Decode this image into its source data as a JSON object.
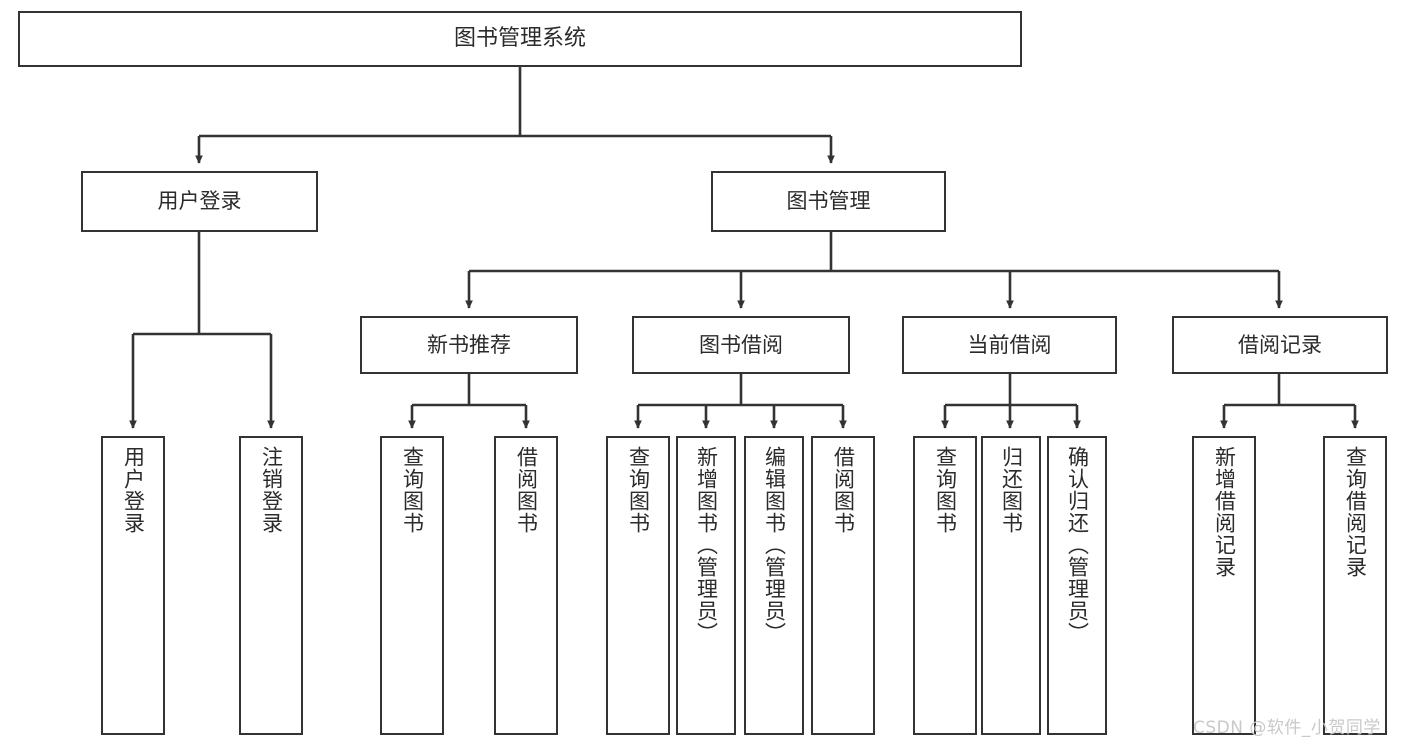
{
  "diagram": {
    "title": "图书管理系统",
    "watermark": "CSDN @软件_小贺同学",
    "colors": {
      "border": "#333333",
      "text": "#2b2b2b",
      "background": "#ffffff",
      "watermark": "#c9c9c9"
    },
    "nodes": {
      "root": {
        "label": "图书管理系统"
      },
      "level1": [
        {
          "label": "用户登录"
        },
        {
          "label": "图书管理"
        }
      ],
      "level2": [
        {
          "label": "新书推荐"
        },
        {
          "label": "图书借阅"
        },
        {
          "label": "当前借阅"
        },
        {
          "label": "借阅记录"
        }
      ],
      "leaves_user_login": [
        {
          "label": "用户登录"
        },
        {
          "label": "注销登录"
        }
      ],
      "leaves_new_book": [
        {
          "label": "查询图书"
        },
        {
          "label": "借阅图书"
        }
      ],
      "leaves_borrow": [
        {
          "label": "查询图书"
        },
        {
          "label": "新增图书（管理员）"
        },
        {
          "label": "编辑图书（管理员）"
        },
        {
          "label": "借阅图书"
        }
      ],
      "leaves_current": [
        {
          "label": "查询图书"
        },
        {
          "label": "归还图书"
        },
        {
          "label": "确认归还（管理员）"
        }
      ],
      "leaves_record": [
        {
          "label": "新增借阅记录"
        },
        {
          "label": "查询借阅记录"
        }
      ]
    }
  }
}
